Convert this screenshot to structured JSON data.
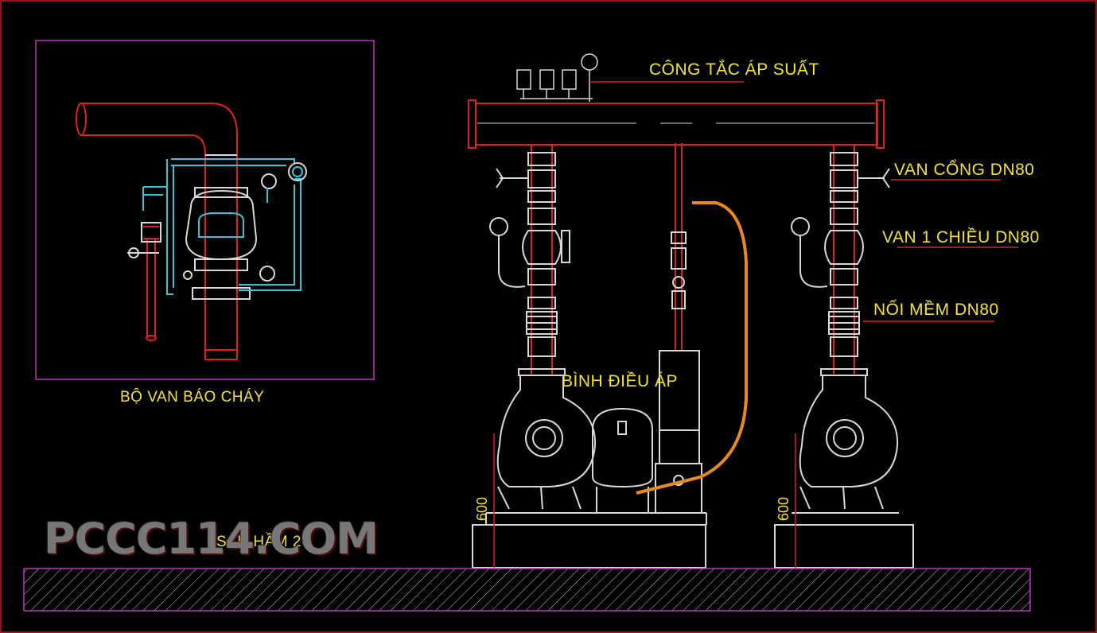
{
  "labels": {
    "pressure_switch": "CÔNG TẮC ÁP SUẤT",
    "gate_valve": "VAN CỔNG DN80",
    "check_valve": "VAN 1 CHIỀU DN80",
    "flex_joint": "NỐI MỀM DN80",
    "pressure_tank": "BÌNH ĐIỀU ÁP",
    "alarm_valve_set": "BỘ VAN BÁO CHÁY",
    "floor": "SÀN HẦM 2",
    "dim_left": "600",
    "dim_right": "600"
  },
  "watermark": "PCCC114.COM",
  "colors": {
    "background": "#000000",
    "pipe_red": "#e02020",
    "text_yellow": "#f2e23a",
    "line_white": "#d8d8d8",
    "frame_magenta": "#c030c0",
    "cyan": "#30c8d8",
    "hose_orange": "#e88a20"
  }
}
